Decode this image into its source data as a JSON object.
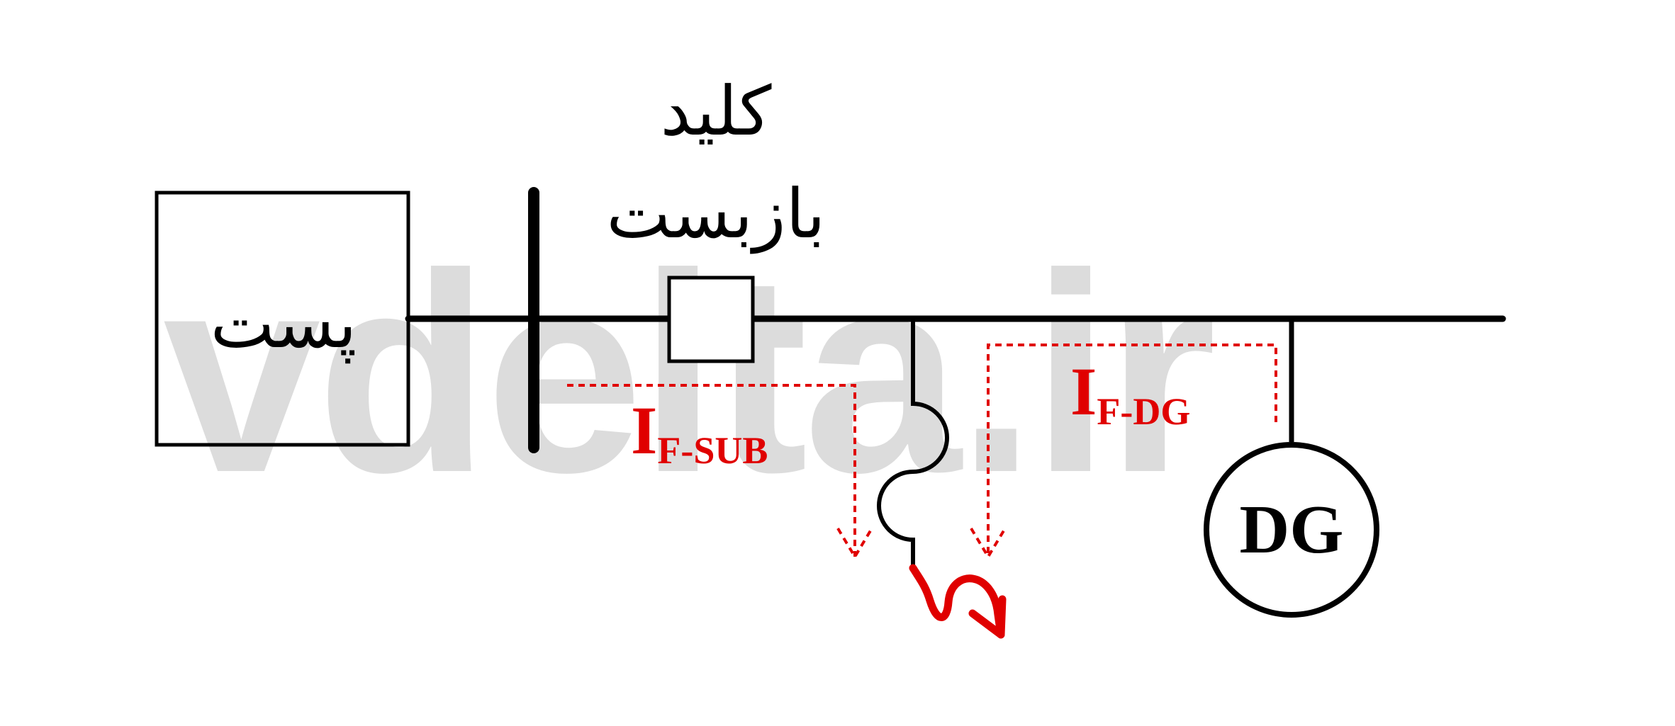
{
  "watermark": "vdelta.ir",
  "substation_label": "پست",
  "recloser_label_line1": "کلید",
  "recloser_label_line2": "بازبست",
  "fault_current_substation": {
    "main": "I",
    "subscript": "F-SUB"
  },
  "fault_current_dg": {
    "main": "I",
    "subscript": "F-DG"
  },
  "generator_label": "DG",
  "colors": {
    "line": "#000000",
    "fault": "#e00000",
    "watermark": "#dcdcdc"
  }
}
